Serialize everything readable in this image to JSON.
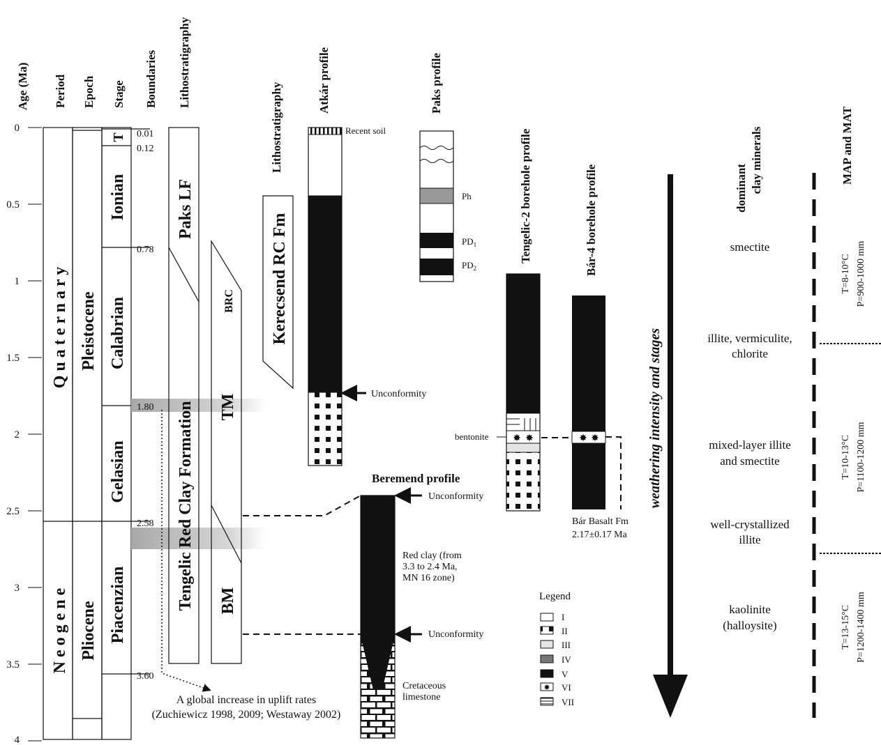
{
  "age_axis": {
    "label": "Age (Ma)",
    "ticks": [
      "0",
      "0.5",
      "1",
      "1.5",
      "2",
      "2.5",
      "3",
      "3.5",
      "4"
    ]
  },
  "headers": {
    "period": "Period",
    "epoch": "Epoch",
    "stage": "Stage",
    "boundaries": "Boundaries",
    "litho1": "Lithostratigraphy",
    "litho2": "Lithostratigraphy",
    "atkar": "Atkár profile",
    "paks": "Paks profile",
    "tengelic2": "Tengelic-2 borehole profile",
    "bar4": "Bár-4 borehole profile",
    "clay": [
      "dominant",
      "clay minerals"
    ],
    "mapmat": "MAP and MAT"
  },
  "periods": [
    "Q u a t e r n a r y",
    "N e o g e n e"
  ],
  "epochs": [
    "Pleistocene",
    "Pliocene"
  ],
  "stages": [
    "T",
    "Ionian",
    "Calabrian",
    "Gelasian",
    "Piacenzian"
  ],
  "boundaries": [
    "0.01",
    "0.12",
    "0.78",
    "1.80",
    "2.58",
    "3.60"
  ],
  "formations": {
    "paks_lf": "Paks LF",
    "tengelic": "Tengelic Red Clay Formation",
    "kerecsend": "Kerecsend RC Fm",
    "brc": "BRC",
    "tm": "TM",
    "bm": "BM"
  },
  "labels": {
    "recent_soil": "Recent soil",
    "unconformity": "Unconformity",
    "ph": "Ph",
    "pd1": "PD",
    "pd1_sub": "1",
    "pd2": "PD",
    "pd2_sub": "2",
    "bentonite": "bentonite",
    "beremend": "Beremend profile",
    "red_clay": [
      "Red clay (from",
      "3.3 to 2.4 Ma,",
      "MN 16 zone)"
    ],
    "cretaceous": [
      "Cretaceous",
      "limestone"
    ],
    "bar_basalt": [
      "Bár Basalt Fm",
      "2.17±0.17 Ma"
    ],
    "uplift": [
      "A global increase in uplift rates",
      "(Zuchiewicz 1998, 2009; Westaway 2002)"
    ],
    "weathering": "weathering intensity and stages"
  },
  "clay_minerals": [
    [
      "smectite"
    ],
    [
      "illite, vermiculite,",
      "chlorite"
    ],
    [
      "mixed-layer illite",
      "and smectite"
    ],
    [
      "well-crystallized",
      "illite"
    ],
    [
      "kaolinite",
      "(halloysite)"
    ]
  ],
  "climate": [
    [
      "T=8-10°C",
      "P=900-1000 mm"
    ],
    [
      "T=10-13°C",
      "P=1100-1200 mm"
    ],
    [
      "T=13-15°C",
      "P=1200-1400 mm"
    ]
  ],
  "legend": {
    "title": "Legend",
    "items": [
      "I",
      "II",
      "III",
      "IV",
      "V",
      "VI",
      "VII"
    ]
  }
}
